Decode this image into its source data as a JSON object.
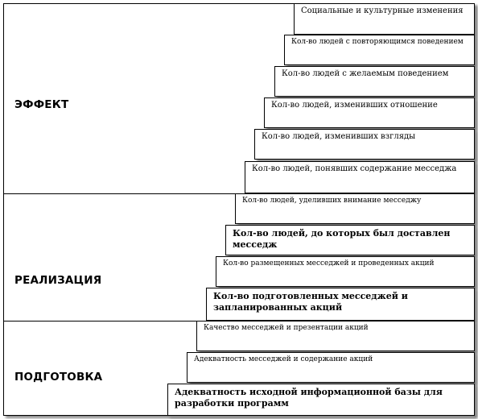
{
  "stages": {
    "effect": "ЭФФЕКТ",
    "implementation": "РЕАЛИЗАЦИЯ",
    "preparation": "ПОДГОТОВКА"
  },
  "steps": [
    "Социальные и культурные изменения",
    "Кол-во людей с повторяющимся поведением",
    "Кол-во людей с желаемым поведением",
    "Кол-во людей, изменивших отношение",
    "Кол-во людей, изменивших взгляды",
    "Кол-во людей, понявших содержание месседжа",
    "Кол-во людей, уделивших внимание месседжу",
    "Кол-во людей, до которых был доставлен месседж",
    "Кол-во размещенных месседжей и проведенных акций",
    "Кол-во подготовленных месседжей и запланированных акций",
    "Качество месседжей и презентации акций",
    "Адекватность месседжей и содержание акций",
    "Адекватность исходной информационной базы для разработки программ"
  ]
}
